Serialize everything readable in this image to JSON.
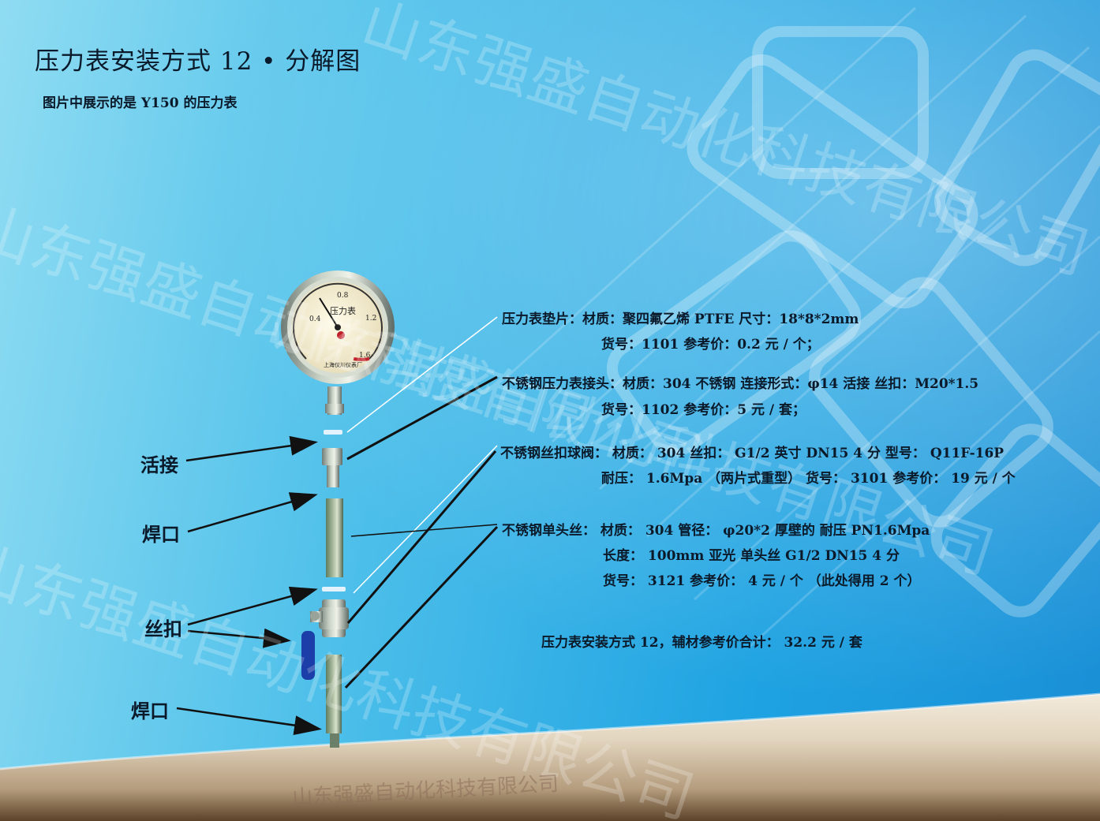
{
  "header": {
    "title": "压力表安装方式 12 • 分解图",
    "subtitle": "图片中展示的是 Y150 的压力表"
  },
  "gauge": {
    "dial_label": "压力表",
    "ticks": [
      "0.4",
      "0.8",
      "1.2",
      "1.6"
    ],
    "maker": "上海仪川仪表厂"
  },
  "labels": {
    "union": "活接",
    "weld_top": "焊口",
    "thread": "丝扣",
    "weld_bottom": "焊口"
  },
  "specs": {
    "gasket": {
      "line1": "压力表垫片：材质：聚四氟乙烯  PTFE  尺寸：18*8*2mm",
      "line2": "货号：1101    参考价：0.2 元 / 个；"
    },
    "connector": {
      "line1": "不锈钢压力表接头：材质：304 不锈钢    连接形式：φ14 活接  丝扣：M20*1.5",
      "line2": "货号：1102  参考价：5 元 / 套；"
    },
    "valve": {
      "line1": "不锈钢丝扣球阀：  材质：  304  丝扣：  G1/2 英寸  DN15  4 分   型号：  Q11F-16P",
      "line2": "耐压：  1.6Mpa  （两片式重型）  货号：  3101      参考价：  19 元 / 个"
    },
    "nipple": {
      "line1": "不锈钢单头丝：  材质：  304  管径：  φ20*2  厚壁的  耐压 PN1.6Mpa",
      "line2": "长度：  100mm  亚光  单头丝 G1/2  DN15  4 分",
      "line3": "货号：  3121    参考价：  4 元 / 个  （此处得用 2 个）"
    },
    "total": "压力表安装方式 12，辅材参考价合计：  32.2 元 / 套"
  },
  "watermark": {
    "company": "山东强盛自动化科技有限公司"
  }
}
